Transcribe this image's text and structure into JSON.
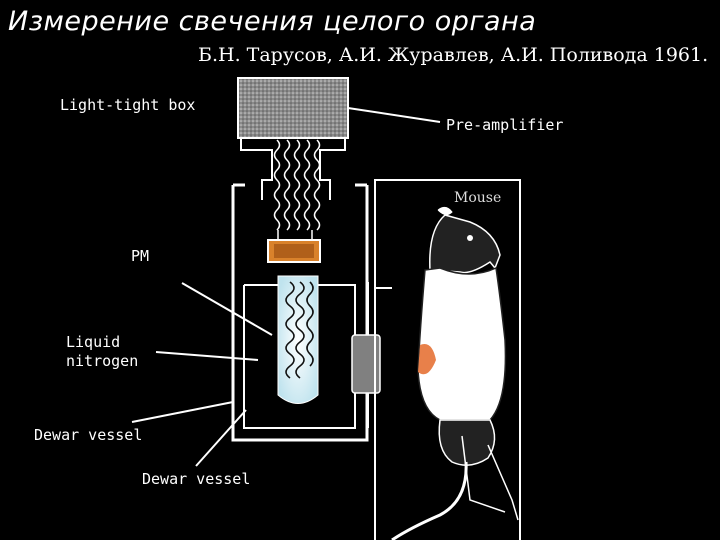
{
  "title": "Измерение свечения целого органа",
  "authors": "Б.Н. Тарусов, А.И. Журавлев, А.И. Поливода 1961.",
  "labels": {
    "light_tight_box": "Light-tight box",
    "pre_amplifier": "Pre-amplifier",
    "mouse": "Mouse",
    "pm": "PM",
    "liquid_nitrogen_line1": "Liquid",
    "liquid_nitrogen_line2": "nitrogen",
    "dewar_vessel_1": "Dewar vessel",
    "dewar_vessel_2": "Dewar vessel"
  },
  "colors": {
    "background": "#000000",
    "text": "#ffffff",
    "photomultiplier": "#d9822b",
    "preamp_box": "#9a9a9a",
    "mouse_body": "#ffffff",
    "organ": "#e8804a",
    "shutter": "#808080"
  }
}
